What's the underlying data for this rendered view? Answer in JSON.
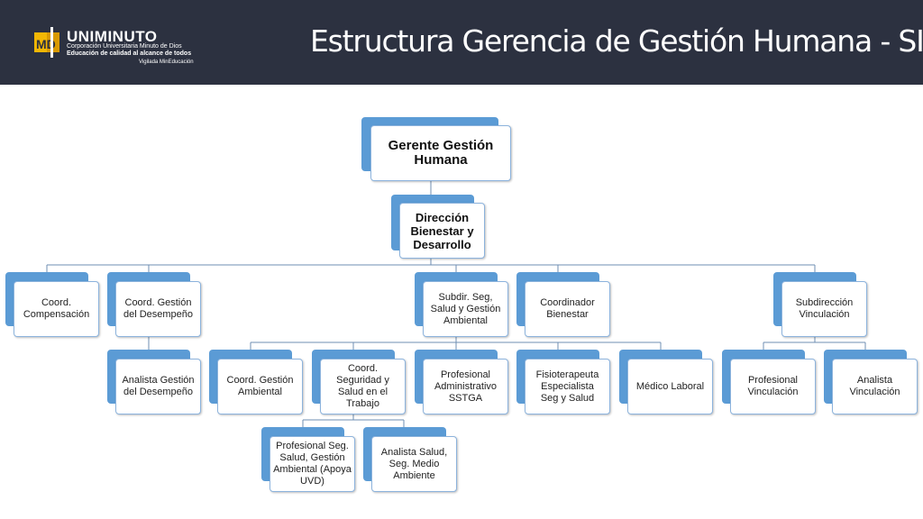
{
  "header": {
    "logo_name": "UNIMINUTO",
    "logo_line1": "Corporación Universitaria Minuto de Dios",
    "logo_line2": "Educación de calidad al alcance de todos",
    "logo_line3": "Vigilada MinEducación",
    "title": "Estructura Gerencia de Gestión Humana - SI"
  },
  "org": {
    "gerente": "Gerente Gestión Humana",
    "direccion": "Dirección Bienestar y Desarrollo",
    "coord_compensacion": "Coord. Compensación",
    "coord_desempeno": "Coord. Gestión del Desempeño",
    "analista_desempeno": "Analista Gestión del Desempeño",
    "subdir_sst": "Subdir. Seg, Salud y Gestión Ambiental",
    "coord_ambiental": "Coord. Gestión Ambiental",
    "coord_seguridad": "Coord. Seguridad y Salud en el Trabajo",
    "profesional_sst": "Profesional Seg. Salud, Gestión Ambiental (Apoya UVD)",
    "analista_salud": "Analista Salud, Seg. Medio Ambiente",
    "profesional_admin": "Profesional Administrativo SSTGA",
    "fisioterapeuta": "Fisioterapeuta Especialista Seg y Salud",
    "medico": "Médico Laboral",
    "coord_bienestar": "Coordinador Bienestar",
    "subdir_vinculacion": "Subdirección Vinculación",
    "profesional_vinculacion": "Profesional Vinculación",
    "analista_vinculacion": "Analista Vinculación"
  },
  "colors": {
    "header_bg": "#2c3140",
    "node_accent": "#5b9bd5",
    "node_border": "#8cb3dd",
    "connector": "#6f8fb3"
  }
}
